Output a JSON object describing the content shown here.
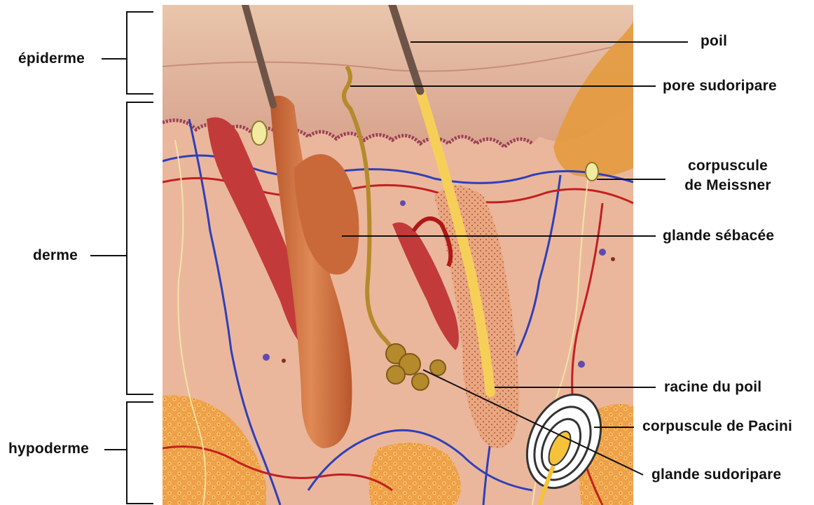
{
  "colors": {
    "background": "#ffffff",
    "leader_line": "#111111",
    "skin_base": "#e8b49a",
    "epidermis": "#d99b84",
    "dermis": "#eab79d",
    "hypodermis_fat": "#f2a13a",
    "hair_shaft": "#6e5448",
    "hair_follicle": "#d9743f",
    "sebaceous_gland": "#c9693a",
    "sweat_gland": "#b58a2c",
    "nerve": "#f3e3a3",
    "vein": "#2f3fb8",
    "artery": "#c41f1f",
    "muscle": "#c33a3a",
    "pacini_corpuscle": "#ffffff",
    "meissner_corpuscle": "#f1eaa0"
  },
  "layers": {
    "epidermis": "épiderme",
    "dermis": "derme",
    "hypodermis": "hypoderme"
  },
  "structures": {
    "hair": "poil",
    "sweat_pore": "pore sudoripare",
    "meissner_line1": "corpuscule",
    "meissner_line2": "de Meissner",
    "sebaceous_gland": "glande sébacée",
    "hair_root": "racine du poil",
    "pacini": "corpuscule de Pacini",
    "sweat_gland": "glande sudoripare"
  }
}
